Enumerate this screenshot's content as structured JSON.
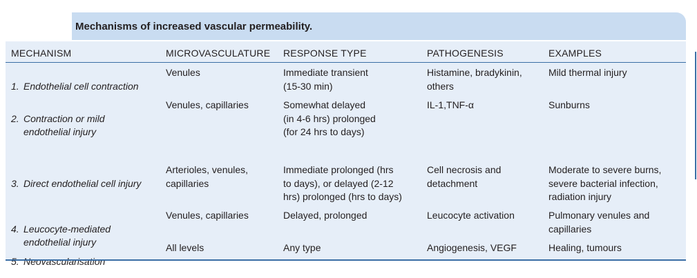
{
  "title": "Mechanisms of increased vascular permeability.",
  "columns": {
    "mechanism": "MECHANISM",
    "microvasculature": "MICROVASCULATURE",
    "response_type": "RESPONSE TYPE",
    "pathogenesis": "PATHOGENESIS",
    "examples": "EXAMPLES"
  },
  "rows": [
    {
      "num": "1.",
      "mechanism": "Endothelial cell contraction",
      "mechanism_cont": "",
      "microvasculature": "Venules",
      "response_type": "Immediate transient\n(15-30 min)",
      "pathogenesis": "Histamine, bradykinin,\nothers",
      "examples": "Mild thermal injury"
    },
    {
      "num": "2.",
      "mechanism": "Contraction or mild",
      "mechanism_cont": "endothelial injury",
      "microvasculature": "Venules, capillaries",
      "response_type": "Somewhat delayed\n(in 4-6 hrs) prolonged\n(for 24 hrs to days)",
      "pathogenesis": "IL-1,TNF-α",
      "examples": "Sunburns"
    },
    {
      "num": "3.",
      "mechanism": "Direct endothelial cell injury",
      "mechanism_cont": "",
      "microvasculature": "Arterioles, venules,\ncapillaries",
      "response_type": "Immediate prolonged (hrs\nto days), or delayed (2-12\nhrs) prolonged (hrs to days)",
      "pathogenesis": "Cell necrosis and\ndetachment",
      "examples": "Moderate to severe burns,\nsevere bacterial infection,\nradiation injury"
    },
    {
      "num": "4.",
      "mechanism": "Leucocyte-mediated",
      "mechanism_cont": "endothelial injury",
      "microvasculature": "Venules, capillaries",
      "response_type": "Delayed, prolonged",
      "pathogenesis": "Leucocyte activation",
      "examples": "Pulmonary venules and\ncapillaries"
    },
    {
      "num": "5.",
      "mechanism": "Neovascularisation",
      "mechanism_cont": "",
      "microvasculature": "All levels",
      "response_type": "Any type",
      "pathogenesis": "Angiogenesis, VEGF",
      "examples": "Healing, tumours"
    }
  ]
}
